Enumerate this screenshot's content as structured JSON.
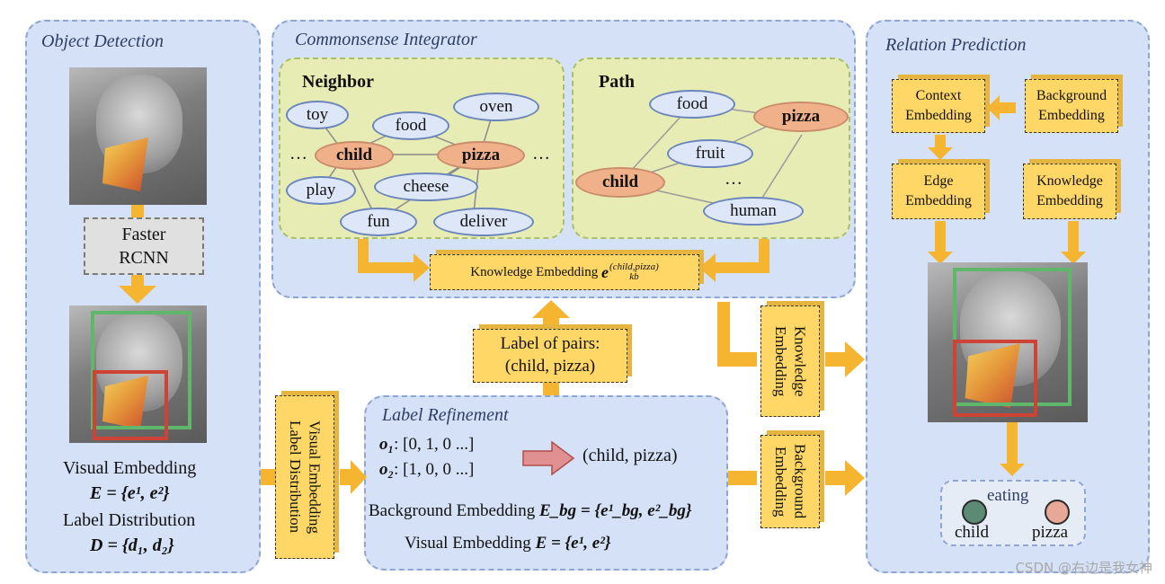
{
  "panels": {
    "object_detection": "Object Detection",
    "commonsense": "Commonsense Integrator",
    "relation": "Relation Prediction",
    "label_refinement": "Label Refinement"
  },
  "neighbor": {
    "title": "Neighbor",
    "nodes": {
      "toy": "toy",
      "food": "food",
      "oven": "oven",
      "child": "child",
      "pizza": "pizza",
      "play": "play",
      "cheese": "cheese",
      "fun": "fun",
      "deliver": "deliver"
    },
    "dots_left": "…",
    "dots_right": "…"
  },
  "path": {
    "title": "Path",
    "nodes": {
      "food": "food",
      "pizza": "pizza",
      "fruit": "fruit",
      "child": "child",
      "human": "human"
    },
    "dots": "…"
  },
  "knowledge_embedding_box": {
    "label": "Knowledge Embedding",
    "symbol": "e",
    "sub": "kb",
    "sup": "(child,pizza)"
  },
  "label_of_pairs": {
    "line1": "Label of pairs:",
    "line2": "(child, pizza)"
  },
  "faster_rcnn": {
    "line1": "Faster",
    "line2": "RCNN"
  },
  "object_text": {
    "ve_label": "Visual Embedding",
    "ve_formula": "E = {e¹, e²}",
    "ld_label": "Label Distribution",
    "ld_formula": "D = {d₁, d₂}"
  },
  "vert_cube": {
    "line1": "Visual Embedding",
    "line2": "Label Distribution"
  },
  "label_refinement": {
    "o1_sym": "o₁",
    "o1_val": ": [0, 1, 0 ...]",
    "o2_sym": "o₂",
    "o2_val": ": [1, 0, 0 ...]",
    "pair": "(child, pizza)",
    "bg_label": "Background Embedding",
    "bg_formula": "E_bg = {e¹_bg, e²_bg}",
    "ve_label": "Visual Embedding",
    "ve_formula": "E = {e¹, e²}"
  },
  "mid_cubes": {
    "knowledge": {
      "line1": "Knowledge",
      "line2": "Embedding"
    },
    "background": {
      "line1": "Background",
      "line2": "Embedding"
    }
  },
  "relation": {
    "context": {
      "line1": "Context",
      "line2": "Embedding"
    },
    "background": {
      "line1": "Background",
      "line2": "Embedding"
    },
    "edge": {
      "line1": "Edge",
      "line2": "Embedding"
    },
    "knowledge": {
      "line1": "Knowledge",
      "line2": "Embedding"
    },
    "predicate": "eating",
    "subject": "child",
    "object": "pizza"
  },
  "watermark": "CSDN @右边是我女神",
  "colors": {
    "panel_blue": "#d4e1f6",
    "green_panel": "#e7ecb4",
    "node_blue": "#dde7f8",
    "node_orange": "#f0b08a",
    "arrow_orange": "#f5b530",
    "cube_yellow": "#ffd766",
    "box_green": "#5fb86a",
    "box_red": "#cf4236",
    "subject_node": "#5c8a74",
    "object_node": "#e8a898"
  },
  "icons": [
    "arrow-icon",
    "red-arrow-icon",
    "photo-girl-pizza"
  ]
}
